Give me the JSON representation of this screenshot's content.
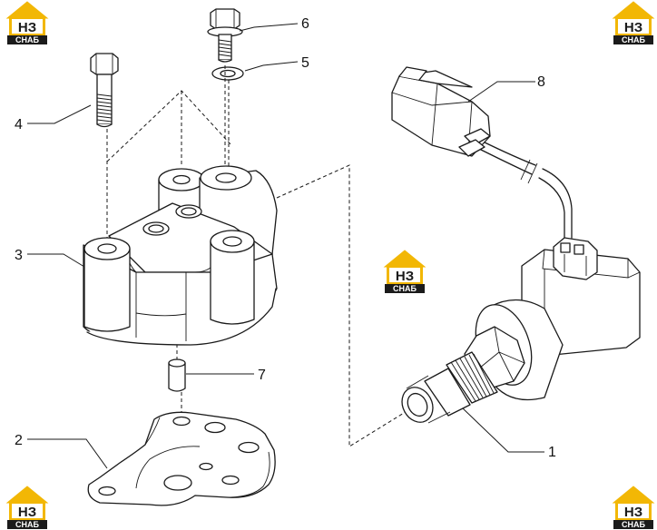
{
  "callouts": {
    "c1": "1",
    "c2": "2",
    "c3": "3",
    "c4": "4",
    "c5": "5",
    "c6": "6",
    "c7": "7",
    "c8": "8"
  },
  "watermark": {
    "mark": "НЗ",
    "caption": "СНАБ",
    "colors": {
      "yellow": "#f2b705",
      "dark": "#1b1b1b"
    }
  }
}
